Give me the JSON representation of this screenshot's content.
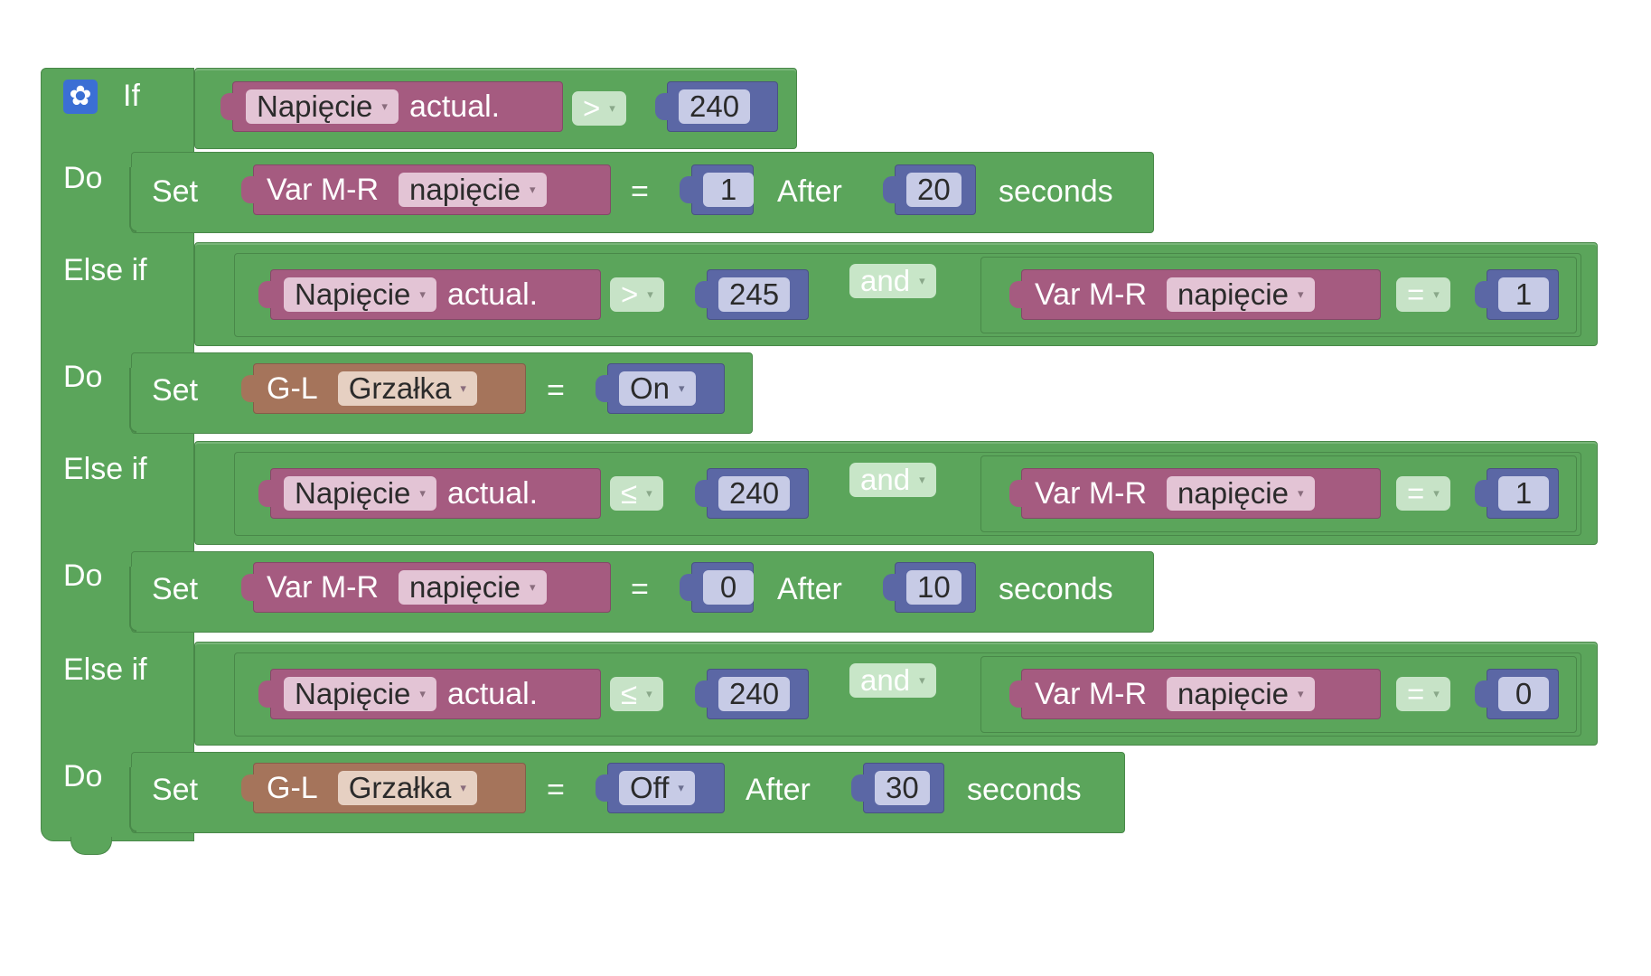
{
  "labels": {
    "if": "If",
    "else_if": "Else if",
    "do": "Do",
    "set": "Set",
    "after": "After",
    "seconds": "seconds",
    "and": "and",
    "actual": "actual.",
    "equals": "=",
    "dropdown_arrow": "▾"
  },
  "icons": {
    "settings": "gear-icon"
  },
  "colors": {
    "logic_block": "#5ba55b",
    "device_block": "#a55b80",
    "variable_block": "#a55b80",
    "gl_block": "#a5745b",
    "number_block": "#5b67a5",
    "settings_icon": "#3b6fd4"
  },
  "branches": [
    {
      "keyword": "If",
      "cond": {
        "device": "Napięcie",
        "field": "actual.",
        "op": ">",
        "value": "240"
      },
      "action": {
        "kind": "var",
        "prefix": "Var M-R",
        "name": "napięcie",
        "value": "1",
        "after": "20"
      }
    },
    {
      "keyword": "Else if",
      "cond": {
        "device": "Napięcie",
        "field": "actual.",
        "op": ">",
        "value": "245"
      },
      "cond2": {
        "prefix": "Var M-R",
        "name": "napięcie",
        "op": "=",
        "value": "1"
      },
      "action": {
        "kind": "gl",
        "prefix": "G-L",
        "name": "Grzałka",
        "value": "On"
      }
    },
    {
      "keyword": "Else if",
      "cond": {
        "device": "Napięcie",
        "field": "actual.",
        "op": "≤",
        "value": "240"
      },
      "cond2": {
        "prefix": "Var M-R",
        "name": "napięcie",
        "op": "=",
        "value": "1"
      },
      "action": {
        "kind": "var",
        "prefix": "Var M-R",
        "name": "napięcie",
        "value": "0",
        "after": "10"
      }
    },
    {
      "keyword": "Else if",
      "cond": {
        "device": "Napięcie",
        "field": "actual.",
        "op": "≤",
        "value": "240"
      },
      "cond2": {
        "prefix": "Var M-R",
        "name": "napięcie",
        "op": "=",
        "value": "0"
      },
      "action": {
        "kind": "gl",
        "prefix": "G-L",
        "name": "Grzałka",
        "value": "Off",
        "after": "30"
      }
    }
  ]
}
